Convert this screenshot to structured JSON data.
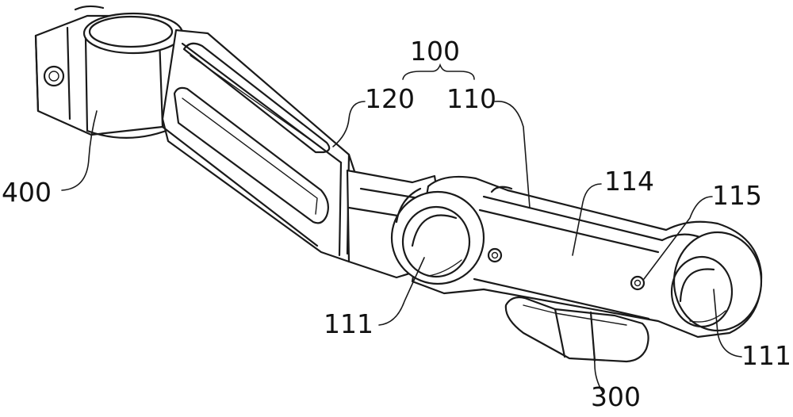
{
  "figure": {
    "labels": {
      "assembly": "100",
      "part_120": "120",
      "part_110": "110",
      "part_400": "400",
      "part_114": "114",
      "part_115": "115",
      "part_111_left": "111",
      "part_111_right": "111",
      "part_300": "300"
    },
    "colors": {
      "line": "#1a1a1a",
      "background": "#ffffff"
    }
  }
}
